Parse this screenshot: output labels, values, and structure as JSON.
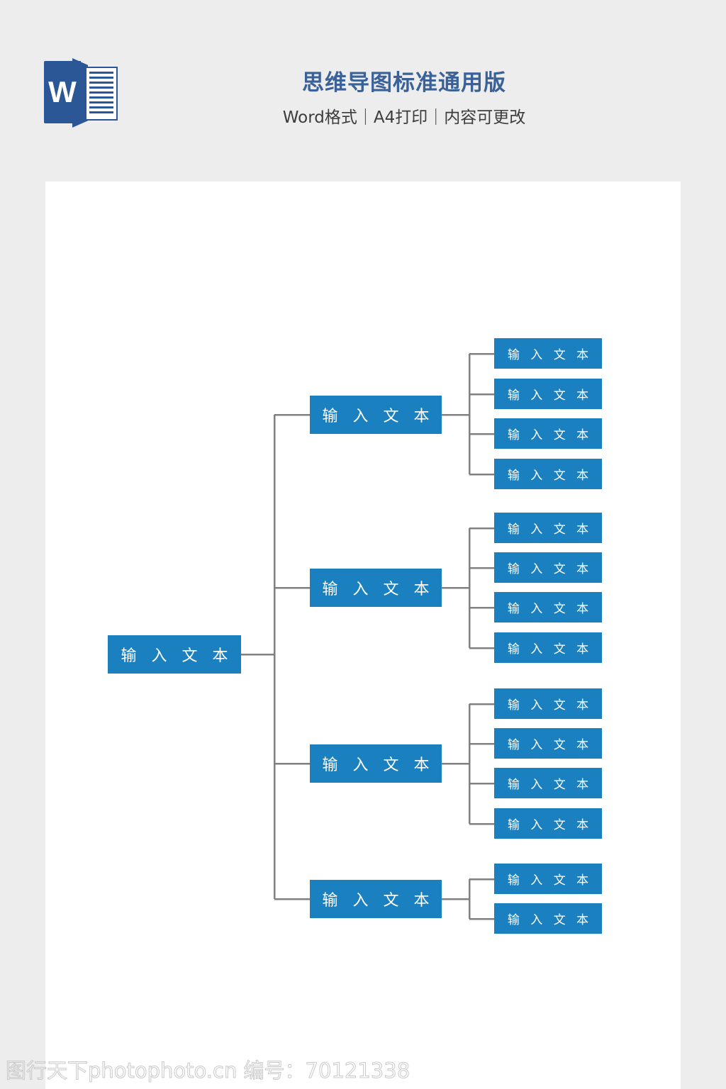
{
  "page": {
    "background_color": "#ededed",
    "sheet_color": "#ffffff"
  },
  "header": {
    "logo": {
      "name": "microsoft-word-logo",
      "letter": "W",
      "color": "#2b5797"
    },
    "title": "思维导图标准通用版",
    "title_color": "#3b6199",
    "subtitle": "Word格式｜A4打印｜内容可更改",
    "subtitle_color": "#3c3c3c"
  },
  "diagram": {
    "type": "mindmap-tree",
    "node_color": "#1b80bf",
    "node_text_color": "#ffffff",
    "connector_color": "#808080",
    "root": {
      "label": "输 入 文 本"
    },
    "branches": [
      {
        "label": "输 入 文 本",
        "leaves": [
          {
            "label": "输 入 文 本"
          },
          {
            "label": "输 入 文 本"
          },
          {
            "label": "输 入 文 本"
          },
          {
            "label": "输 入 文 本"
          }
        ]
      },
      {
        "label": "输 入 文 本",
        "leaves": [
          {
            "label": "输 入 文 本"
          },
          {
            "label": "输 入 文 本"
          },
          {
            "label": "输 入 文 本"
          },
          {
            "label": "输 入 文 本"
          }
        ]
      },
      {
        "label": "输 入 文 本",
        "leaves": [
          {
            "label": "输 入 文 本"
          },
          {
            "label": "输 入 文 本"
          },
          {
            "label": "输 入 文 本"
          },
          {
            "label": "输 入 文 本"
          }
        ]
      },
      {
        "label": "输 入 文 本",
        "leaves": [
          {
            "label": "输 入 文 本"
          },
          {
            "label": "输 入 文 本"
          }
        ]
      }
    ]
  },
  "footer": {
    "watermark": "图行天下photophoto.cn 编号：70121338"
  }
}
